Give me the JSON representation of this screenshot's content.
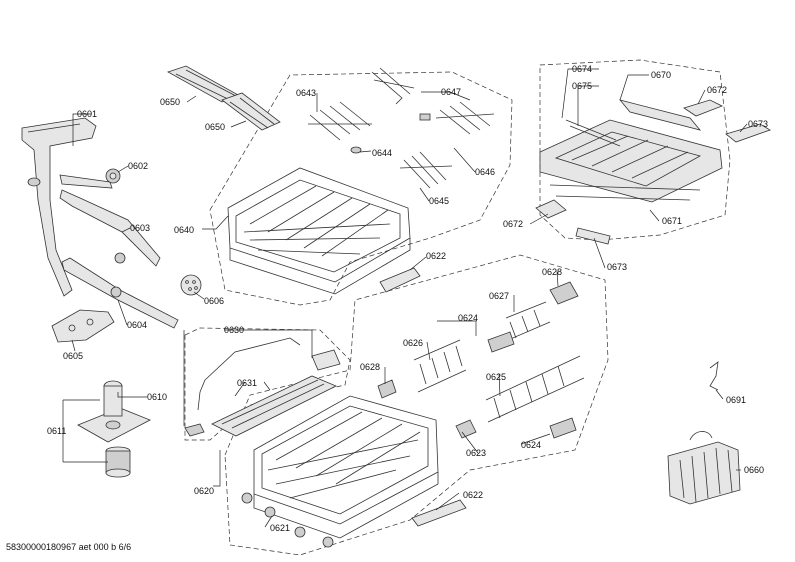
{
  "labels": {
    "p0601": "0601",
    "p0602": "0602",
    "p0603": "0603",
    "p0604": "0604",
    "p0605": "0605",
    "p0606": "0606",
    "p0610": "0610",
    "p0611": "0611",
    "p0620": "0620",
    "p0621": "0621",
    "p0622a": "0622",
    "p0622b": "0622",
    "p0623": "0623",
    "p0624a": "0624",
    "p0624b": "0624",
    "p0625": "0625",
    "p0626": "0626",
    "p0627": "0627",
    "p0628a": "0628",
    "p0628b": "0628",
    "p0630": "0630",
    "p0631": "0631",
    "p0640": "0640",
    "p0643": "0643",
    "p0644": "0644",
    "p0645": "0645",
    "p0646": "0646",
    "p0647": "0647",
    "p0650a": "0650",
    "p0650b": "0650",
    "p0660": "0660",
    "p0670": "0670",
    "p0671": "0671",
    "p0672a": "0672",
    "p0672b": "0672",
    "p0673a": "0673",
    "p0673b": "0673",
    "p0674": "0674",
    "p0675": "0675",
    "p0691": "0691"
  },
  "footer": "58300000180967 aet 000 b 6/6"
}
